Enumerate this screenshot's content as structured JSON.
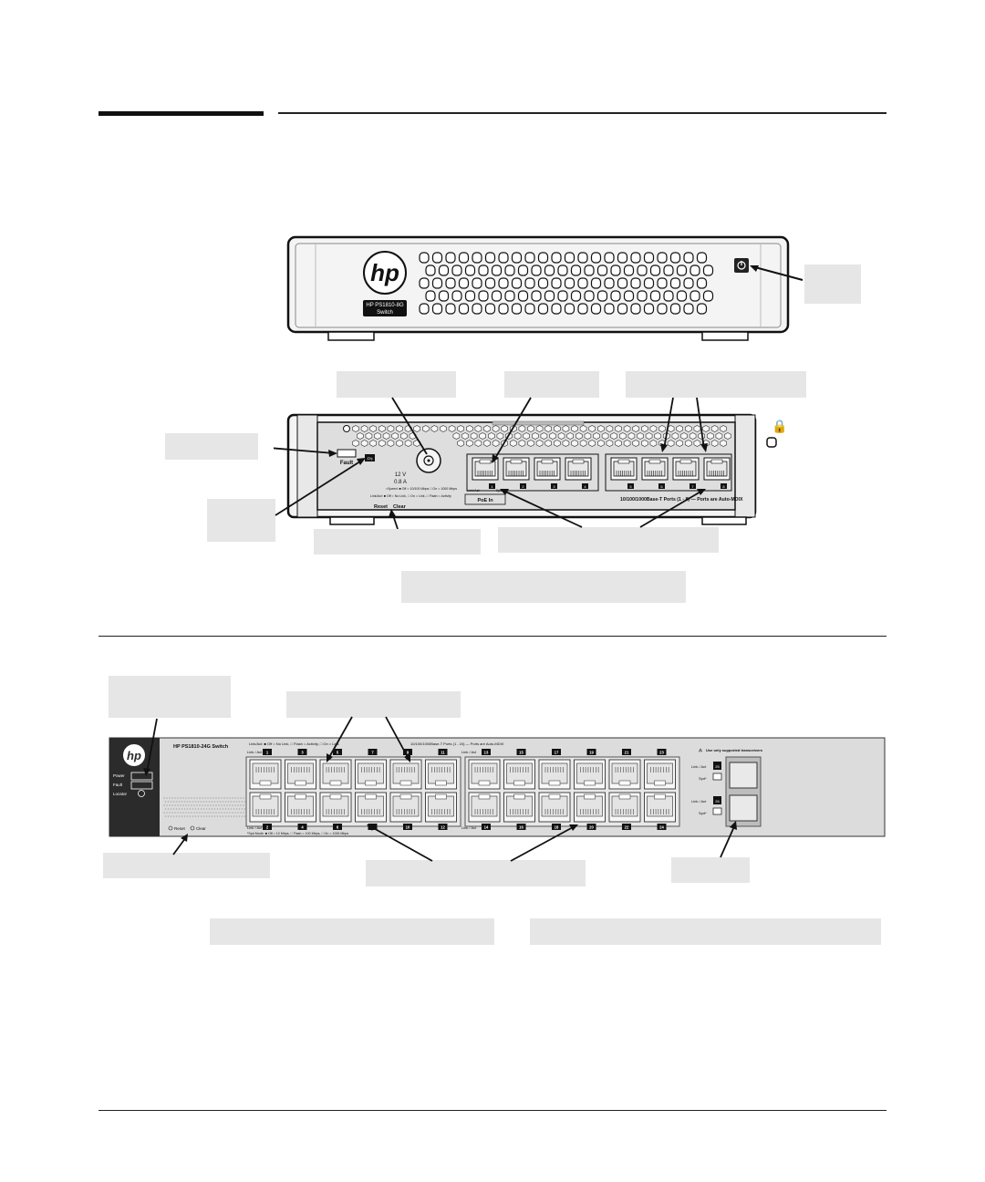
{
  "front_8g": {
    "logo": "hp",
    "model_label_line1": "HP PS1810-8G",
    "model_label_line2": "Switch"
  },
  "back_8g": {
    "fault_label": "Fault",
    "fn_label": "FN",
    "power_rating_line1": "12 V",
    "power_rating_line2": "0.8 A",
    "legend_speed": "=Speed: ■ Off = 10/100 Mbps  □ On = 1000 Mbps",
    "legend_link": "Link/Act: ■ Off = No Link, □ On = Link, □ Flash = Activity",
    "reset_label": "Reset",
    "clear_label": "Clear",
    "link_act_label": "Link/Act",
    "spd_label": "Spd",
    "poe_in_label": "PoE In",
    "ports_caption": "10/100/1000Base-T Ports (1 - 8) — Ports are Auto-MDIX",
    "port_numbers": [
      "1",
      "2",
      "3",
      "4",
      "5",
      "6",
      "7",
      "8"
    ]
  },
  "switch_24g": {
    "logo": "hp",
    "model": "HP PS1810-24G Switch",
    "power_label": "Power",
    "fault_label": "Fault",
    "locator_label": "Locator",
    "reset_label": "Reset",
    "clear_label": "Clear",
    "legend_top": "Link/Act: ■ Off = No Link, □ Flash = Activity, □ On = Link",
    "ports_caption": "10/100/1000Base-T Ports (1 - 24) — Ports are Auto-MDIX",
    "legend_bottom": "*Spd Mode: ■ Off = 10 Mbps, □ Flash = 100 Mbps, □ On = 1000 Mbps",
    "link_act_label": "Link / Act",
    "spd_label": "Spd*",
    "warning": "Use only supported transceivers",
    "sfp_link_act": "Link / Act",
    "sfp_spd": "Spd*",
    "top_ports": [
      "1",
      "3",
      "5",
      "7",
      "9",
      "11",
      "13",
      "15",
      "17",
      "19",
      "21",
      "23"
    ],
    "bottom_ports": [
      "2",
      "4",
      "6",
      "8",
      "10",
      "12",
      "14",
      "16",
      "18",
      "20",
      "22",
      "24"
    ],
    "sfp_ports": [
      "25",
      "26"
    ]
  },
  "colors": {
    "chassis_light": "#f2f2f2",
    "chassis_dark": "#2b2b2b",
    "panel_grey": "#d9d9d9",
    "callout_grey": "#e6e6e6",
    "ink": "#111111"
  }
}
